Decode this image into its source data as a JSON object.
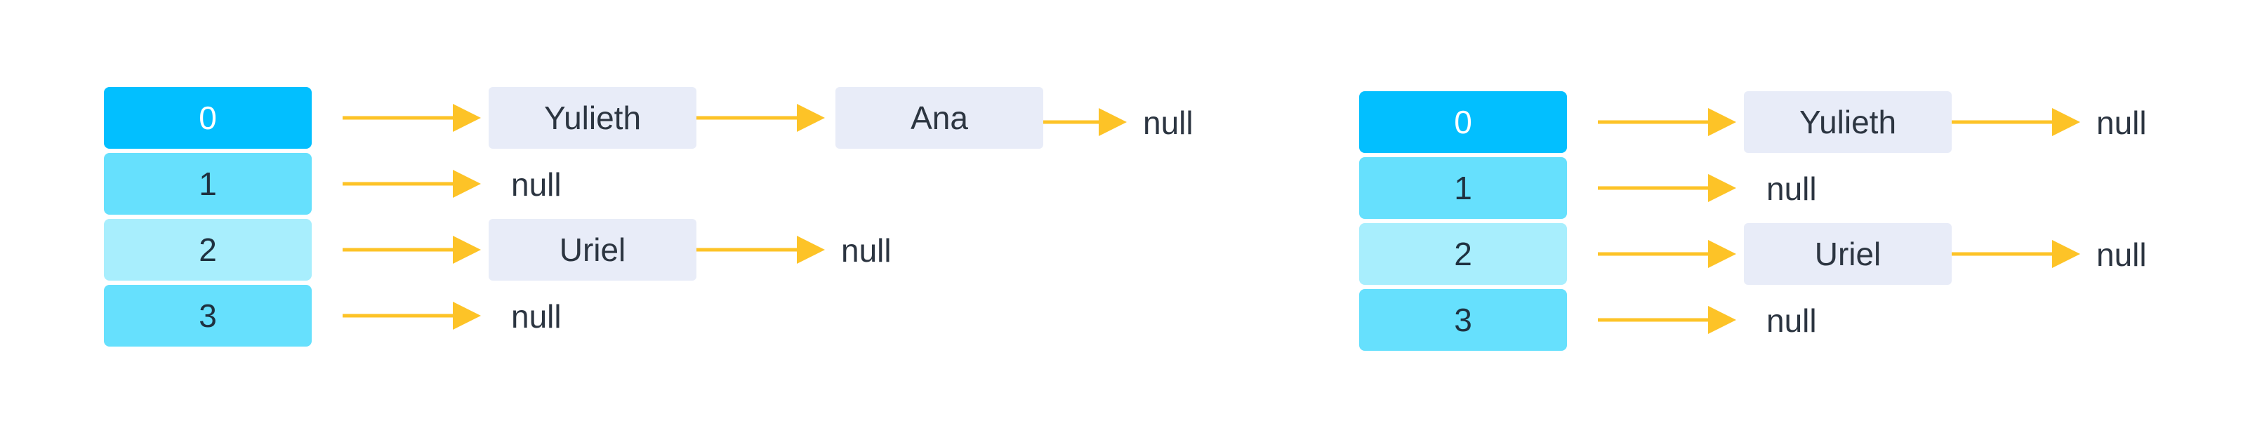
{
  "colors": {
    "arrow": "#fdc327",
    "bucket_0": "#02bfff",
    "bucket_1": "#66e0fd",
    "bucket_2": "#a8eefd",
    "bucket_3": "#66e0fd",
    "node_fill": "#e8ecf8"
  },
  "left": {
    "buckets": [
      "0",
      "1",
      "2",
      "3"
    ],
    "row0": {
      "node1": "Yulieth",
      "node2": "Ana",
      "end": "null"
    },
    "row1": {
      "end": "null"
    },
    "row2": {
      "node1": "Uriel",
      "end": "null"
    },
    "row3": {
      "end": "null"
    }
  },
  "right": {
    "buckets": [
      "0",
      "1",
      "2",
      "3"
    ],
    "row0": {
      "node1": "Yulieth",
      "end": "null"
    },
    "row1": {
      "end": "null"
    },
    "row2": {
      "node1": "Uriel",
      "end": "null"
    },
    "row3": {
      "end": "null"
    }
  }
}
